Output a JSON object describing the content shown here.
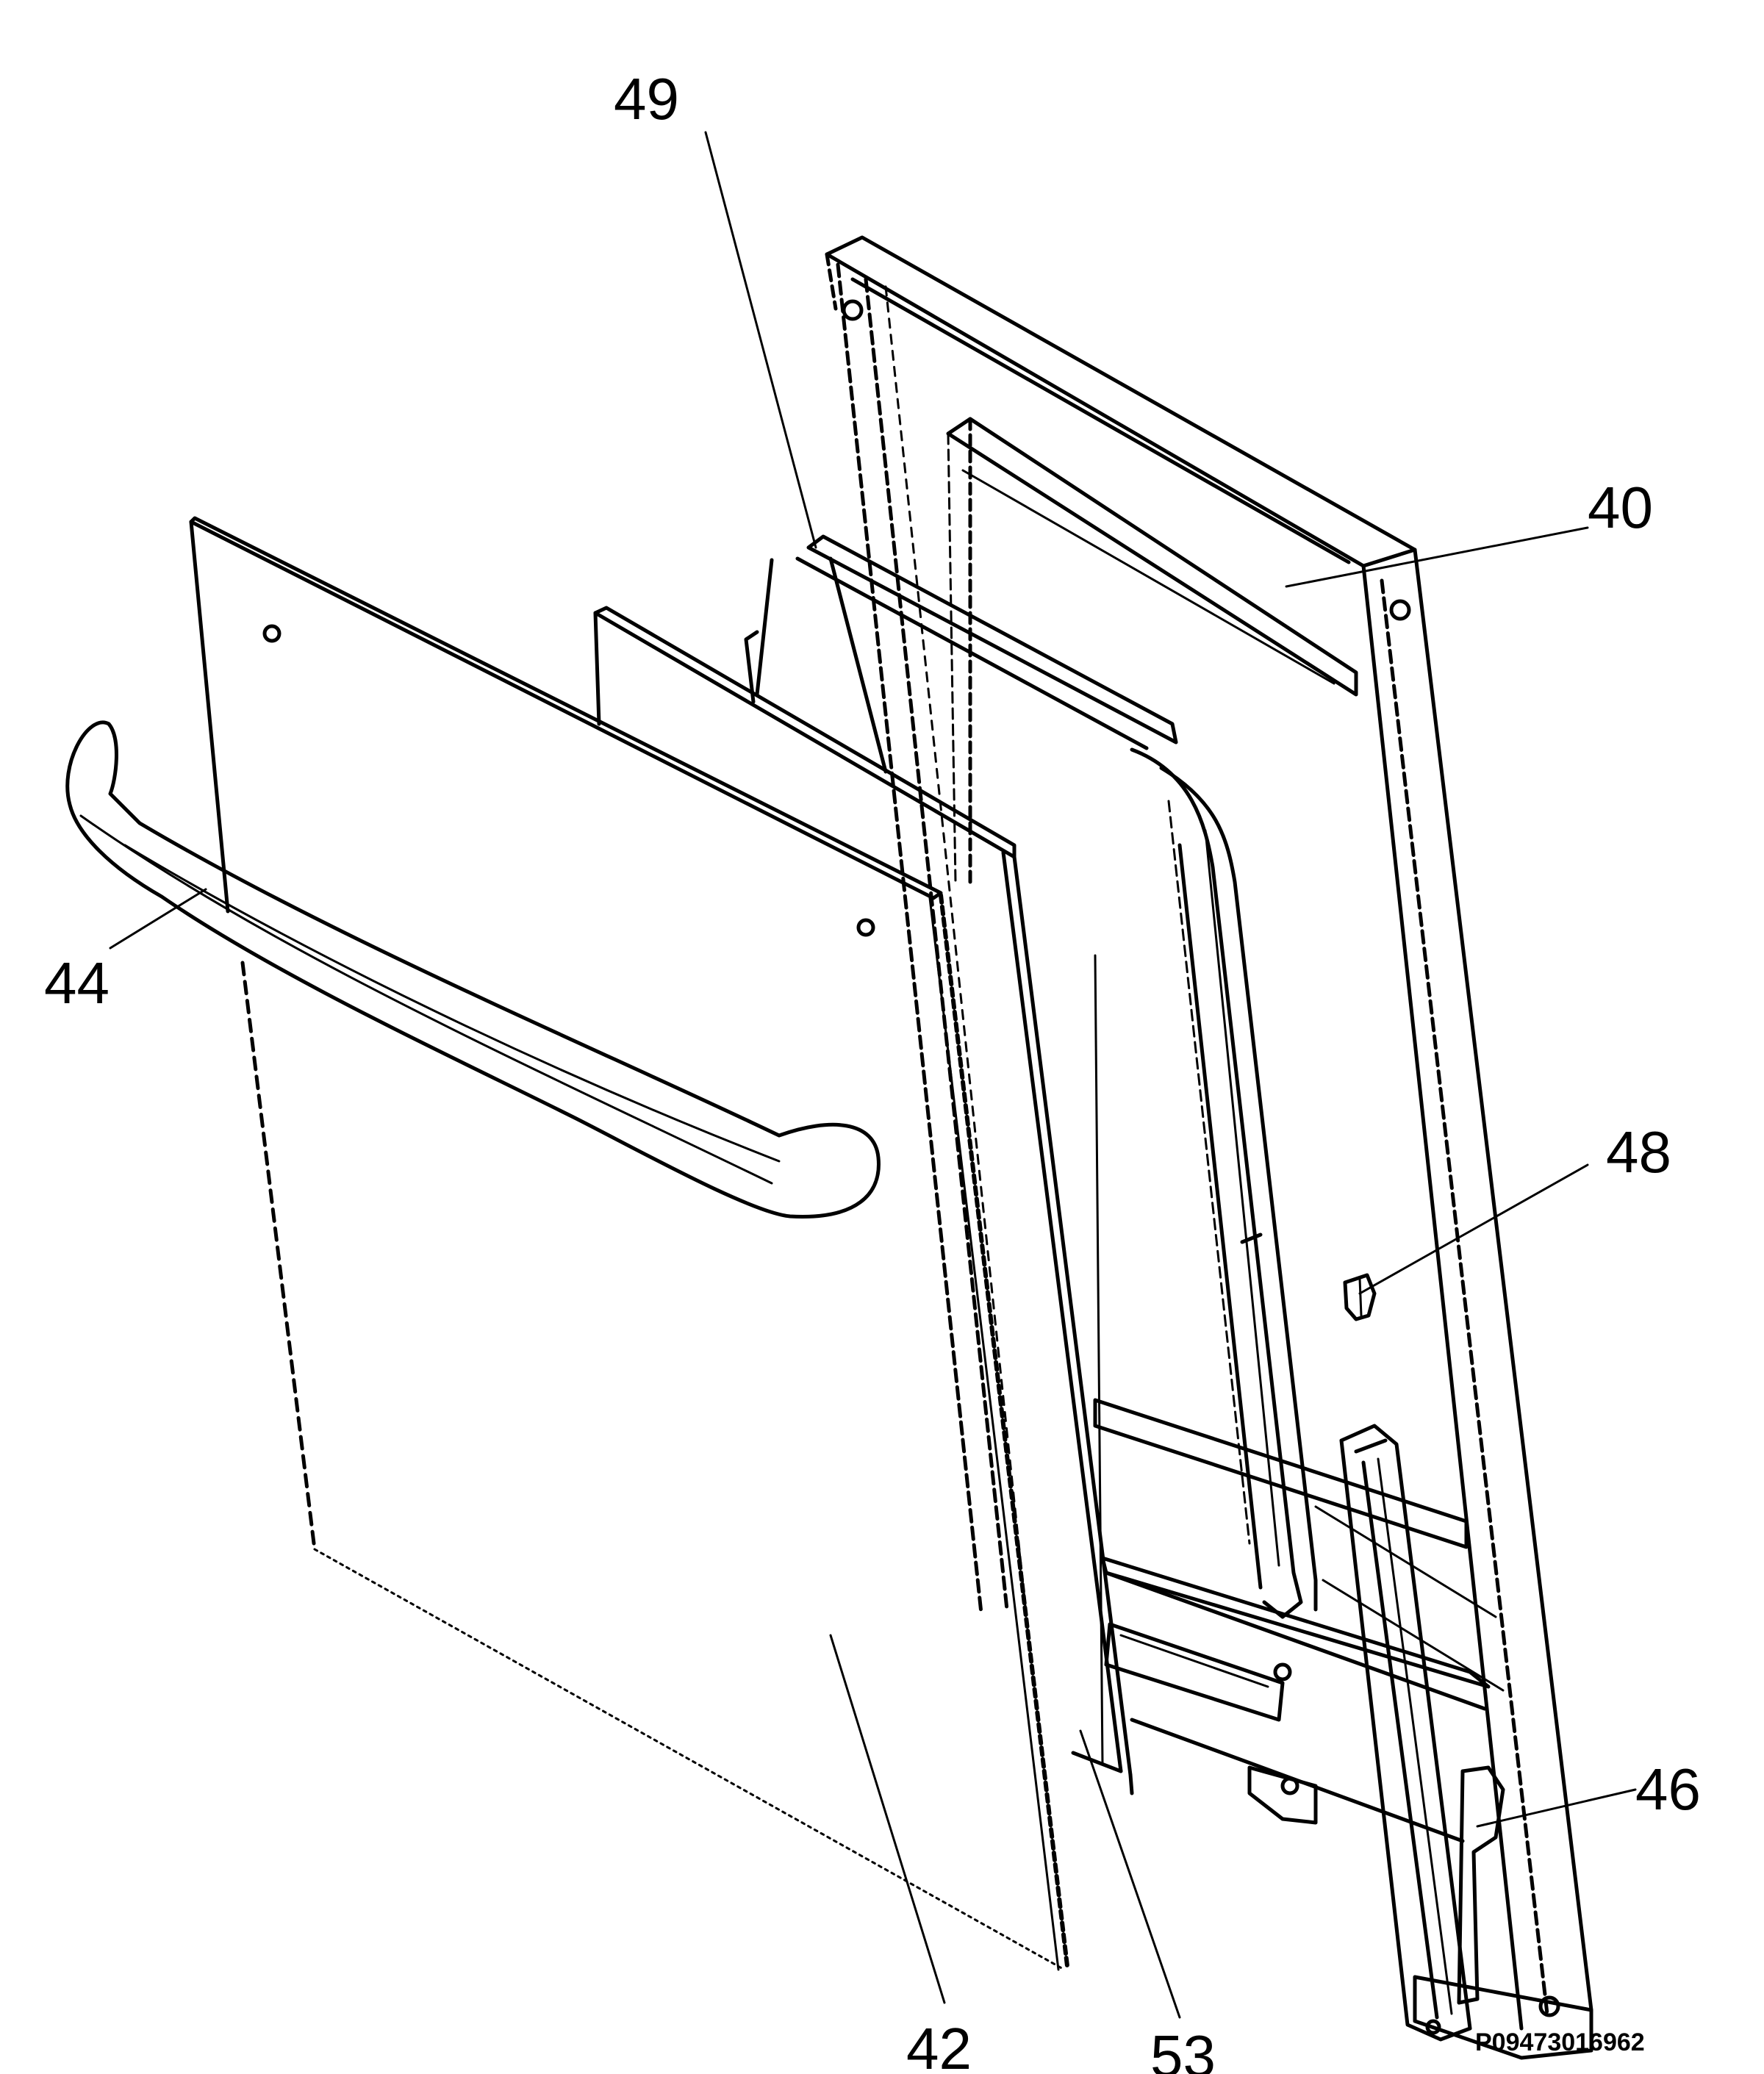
{
  "diagram": {
    "callouts": [
      "49",
      "40",
      "44",
      "48",
      "46",
      "42",
      "53"
    ],
    "drawing_code": "P09473016962"
  },
  "colors": {
    "line": "#000000",
    "background": "#ffffff"
  }
}
